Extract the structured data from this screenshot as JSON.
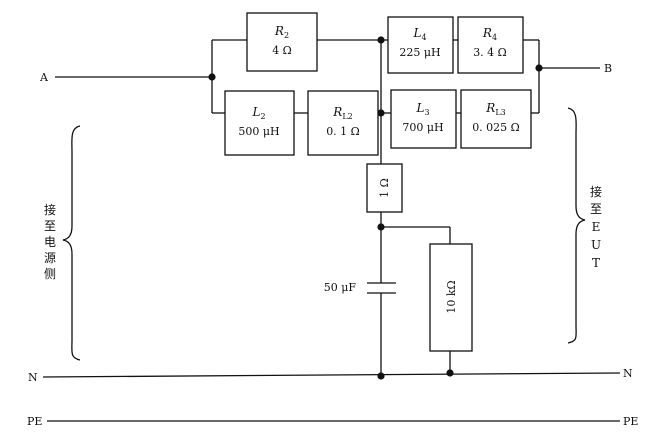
{
  "terminals": {
    "A": "A",
    "B": "B",
    "N_left": "N",
    "N_right": "N",
    "PE_left": "PE",
    "PE_right": "PE"
  },
  "components": {
    "R2": {
      "symbol": "R",
      "sub": "2",
      "value": "4 Ω"
    },
    "L4": {
      "symbol": "L",
      "sub": "4",
      "value": "225 μH"
    },
    "R4": {
      "symbol": "R",
      "sub": "4",
      "value": "3. 4 Ω"
    },
    "L2": {
      "symbol": "L",
      "sub": "2",
      "value": "500 μH"
    },
    "RL2": {
      "symbol": "R",
      "sub": "L2",
      "value": "0. 1 Ω"
    },
    "L3": {
      "symbol": "L",
      "sub": "3",
      "value": "700 μH"
    },
    "RL3": {
      "symbol": "R",
      "sub": "L3",
      "value": "0. 025 Ω"
    },
    "R1ohm": {
      "value": "1 Ω"
    },
    "C50": {
      "value": "50 μF"
    },
    "R10k": {
      "value": "10 kΩ"
    }
  },
  "side_labels": {
    "left": [
      "接",
      "至",
      "电",
      "源",
      "侧"
    ],
    "right": [
      "接",
      "至",
      "E",
      "U",
      "T"
    ]
  }
}
